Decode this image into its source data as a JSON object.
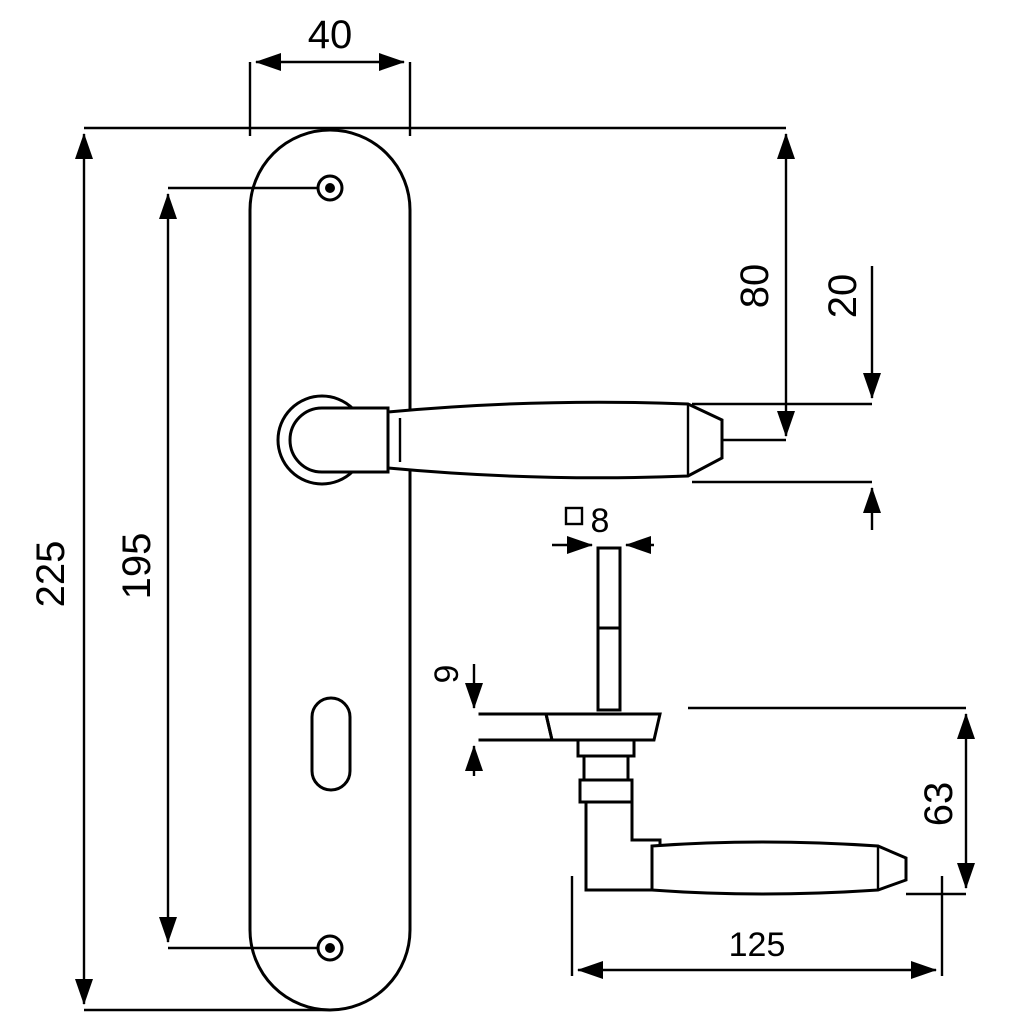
{
  "dimensions": {
    "plate_width": "40",
    "plate_height": "225",
    "screw_spacing": "195",
    "lever_axis_offset": "80",
    "lever_grip_height": "20",
    "spindle_square": "8",
    "rose_thickness": "9",
    "lever_height": "63",
    "lever_length": "125"
  }
}
